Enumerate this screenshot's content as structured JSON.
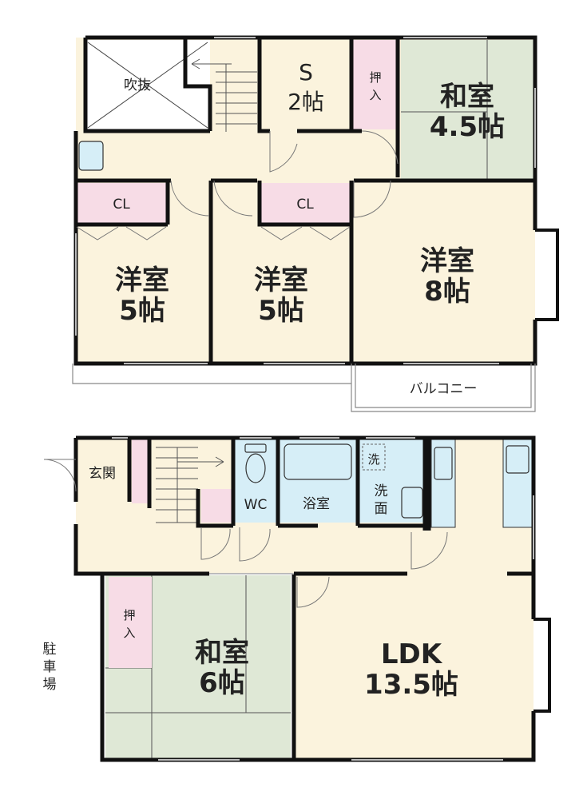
{
  "floor2": {
    "atrium": "吹抜",
    "storage_s": {
      "name": "S",
      "size": "2帖"
    },
    "closet_top": "押入",
    "washitsu": {
      "name": "和室",
      "size": "4.5帖"
    },
    "cl_left": "CL",
    "cl_right": "CL",
    "youshitsu_a": {
      "name": "洋室",
      "size": "5帖"
    },
    "youshitsu_b": {
      "name": "洋室",
      "size": "5帖"
    },
    "youshitsu_c": {
      "name": "洋室",
      "size": "8帖"
    },
    "balcony": "バルコニー"
  },
  "floor1": {
    "entrance": "玄関",
    "wc": "WC",
    "bath": "浴室",
    "laundry": "洗",
    "washroom": "洗面",
    "closet": "押入",
    "washitsu": {
      "name": "和室",
      "size": "6帖"
    },
    "ldk": {
      "name": "LDK",
      "size": "13.5帖"
    },
    "parking": "駐車場"
  },
  "colors": {
    "floor": "#fbf3dd",
    "tatami": "#dfe8d6",
    "closet": "#f7dce6",
    "water": "#d6eef7",
    "wall": "#111111",
    "window": "#bbbbbb"
  }
}
